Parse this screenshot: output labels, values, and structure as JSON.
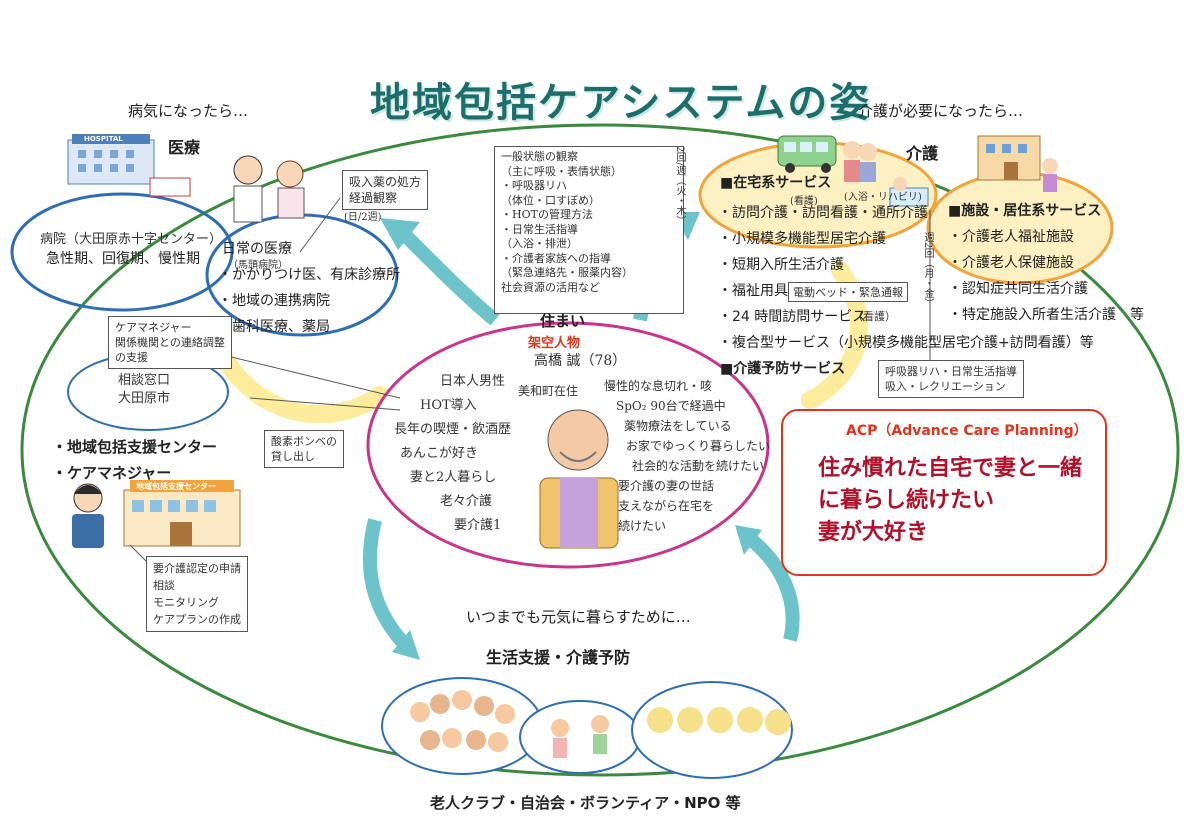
{
  "title": "地域包括ケアシステムの姿",
  "medical": {
    "caption": "病気になったら…",
    "heading": "医療",
    "hospital_sign": "HOSPITAL",
    "hospital_label": "病院（大田原赤十字センター）",
    "hospital_phase": "急性期、回復期、慢性期",
    "daily_title": "日常の医療",
    "daily_note": "（馬頭病院）",
    "daily_items": [
      "・かかりつけ医、有床診療所",
      "・地域の連携病院",
      "・歯科医療、薬局"
    ],
    "inhaler_note": [
      "吸入薬の処方",
      "経過観察"
    ],
    "inhaler_date": "(日/2週)"
  },
  "care": {
    "caption": "介護が必要になったら…",
    "heading": "介護",
    "home_service_title": "■在宅系サービス",
    "home_note_left": "(看護)",
    "home_note_right": "(入浴・リハビリ)",
    "home_items": [
      "・訪問介護・訪問看護・通所介護",
      "・小規模多機能型居宅介護",
      "・短期入所生活介護",
      "・福祉用具",
      "・24 時間訪問サービス",
      "・複合型サービス（小規模多機能型居宅介護+訪問看護）等"
    ],
    "welfare_note": "電動ベッド・緊急通報",
    "hour24_note": "（看護）",
    "prevention_title": "■介護予防サービス",
    "facility_title": "■施設・居住系サービス",
    "facility_items": [
      "・介護老人福祉施設",
      "・介護老人保健施設",
      "・認知症共同生活介護",
      "・特定施設入所者生活介護　等"
    ],
    "weekday_note": "週2回（月・金）",
    "daily_visit_note": [
      "呼吸器リハ・日常生活指導",
      "吸入・レクリエーション"
    ]
  },
  "visit_notes": {
    "lines": [
      "一般状態の観察",
      "（主に呼吸・表情状態）",
      "・呼吸器リハ",
      "（体位・口すぼめ）",
      "・HOTの管理方法",
      "・日常生活指導",
      "（入浴・排泄）",
      "・介護者家族への指導",
      "（緊急連絡先・服薬内容）",
      "社会資源の活用など"
    ],
    "side": "2回/週（火・木）"
  },
  "home": {
    "caption": "住まい",
    "persona_label": "架空人物",
    "name": "高橋 誠（78）",
    "notes_left": [
      "日本人男性",
      "HOT導入",
      "長年の喫煙・飲酒歴",
      "あんこが好き",
      "妻と2人暮らし",
      "老々介護",
      "要介護1"
    ],
    "notes_right": [
      "慢性的な息切れ・咳",
      "SpO₂ 90台で経過中",
      "薬物療法をしている",
      "お家でゆっくり暮らしたい",
      "社会的な活動を続けたい",
      "要介護の妻の世話",
      "支えながら在宅を",
      "続けたい"
    ],
    "notes_top": "美和町在住"
  },
  "support_center": {
    "items": [
      "・地域包括支援センター",
      "・ケアマネジャー"
    ],
    "sign": "地域包括支援センター",
    "ellipse_note": [
      "相談窓口",
      "大田原市"
    ],
    "coord_note": [
      "ケアマネジャー",
      "関係機関との連絡調整",
      "の支援"
    ],
    "rental_note": [
      "酸素ボンベの",
      "貸し出し"
    ],
    "task_note": [
      "要介護認定の申請",
      "相談",
      "モニタリング",
      "ケアプランの作成"
    ]
  },
  "acp": {
    "title": "ACP（Advance Care Planning）",
    "body": [
      "住み慣れた自宅で妻と一緒",
      "に暮らし続けたい",
      "妻が大好き"
    ]
  },
  "life_support": {
    "caption": "いつまでも元気に暮らすために…",
    "heading": "生活支援・介護予防",
    "footer": "老人クラブ・自治会・ボランティア・NPO 等"
  },
  "colors": {
    "outer_ellipse": "#3a8a3e",
    "blue": "#2f6db3",
    "pink": "#c9338b",
    "orange": "#f2a33a",
    "yellow_fill": "#fdf0c2",
    "teal": "#1b6e6a",
    "acp_red": "#e0341c"
  }
}
